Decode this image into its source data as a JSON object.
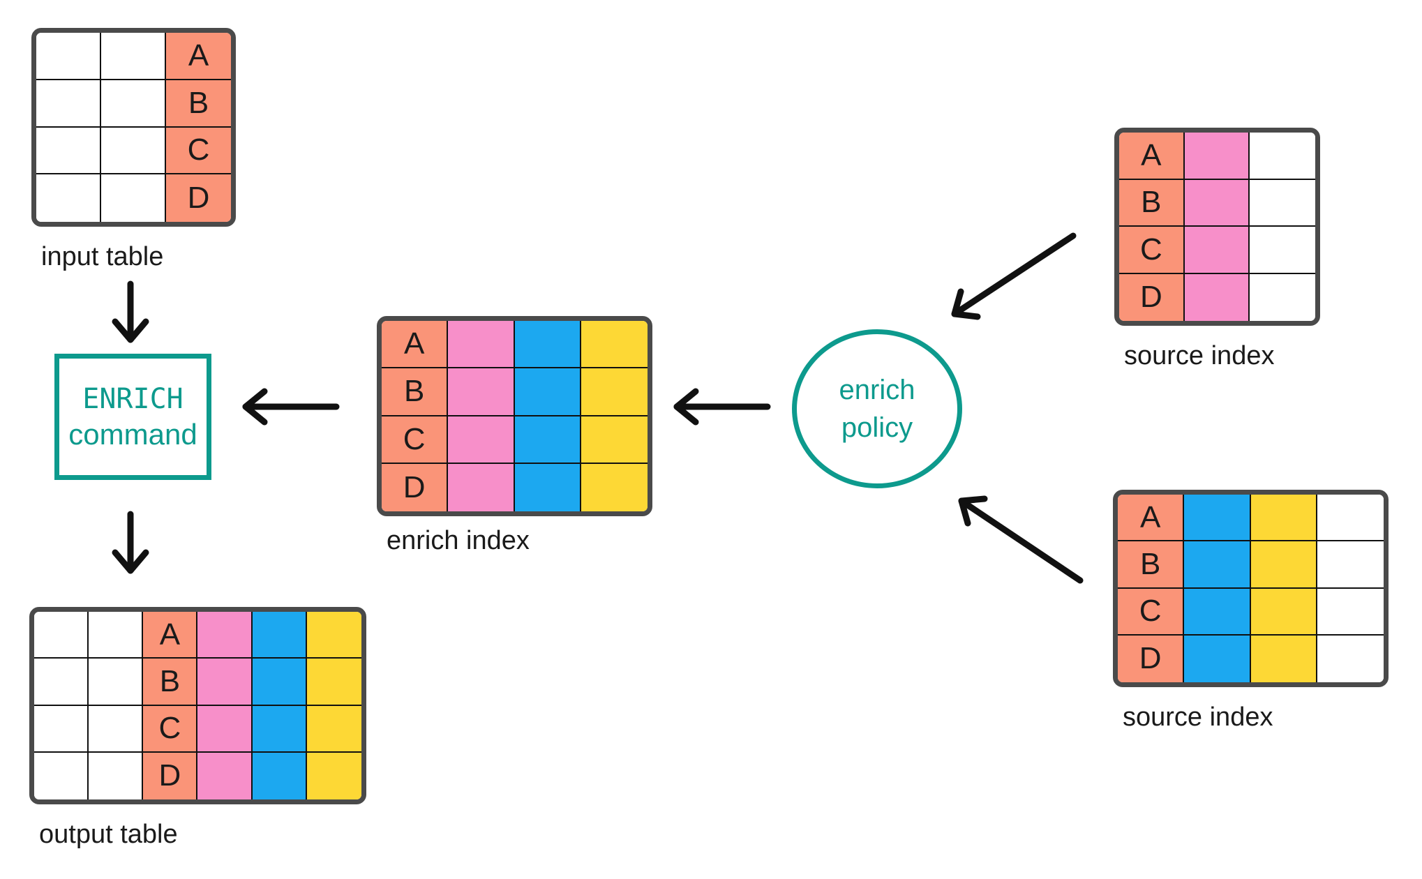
{
  "palette": {
    "salmon": "#FA9478",
    "pink": "#F78FC9",
    "blue": "#1CA8F0",
    "yellow": "#FDD835",
    "white": "#FFFFFF",
    "teal": "#0D9A8D",
    "arrow": "#111111",
    "table_outline": "#4A4A4A",
    "grid_line": "#101010",
    "label_text": "#1A1A1A"
  },
  "row_letters": [
    "A",
    "B",
    "C",
    "D"
  ],
  "tables": [
    {
      "id": "input-table",
      "label": "input table",
      "columns": [
        "white",
        "white",
        "salmon"
      ],
      "letter_column": 2
    },
    {
      "id": "enrich-index",
      "label": "enrich index",
      "columns": [
        "salmon",
        "pink",
        "blue",
        "yellow"
      ],
      "letter_column": 0
    },
    {
      "id": "source-index-top",
      "label": "source index",
      "columns": [
        "salmon",
        "pink",
        "white"
      ],
      "letter_column": 0
    },
    {
      "id": "source-index-bottom",
      "label": "source index",
      "columns": [
        "salmon",
        "blue",
        "yellow",
        "white"
      ],
      "letter_column": 0
    },
    {
      "id": "output-table",
      "label": "output table",
      "columns": [
        "white",
        "white",
        "salmon",
        "pink",
        "blue",
        "yellow"
      ],
      "letter_column": 2
    }
  ],
  "enrich_command": {
    "line1": "ENRICH",
    "line2": "command"
  },
  "enrich_policy": {
    "line1": "enrich",
    "line2": "policy"
  }
}
